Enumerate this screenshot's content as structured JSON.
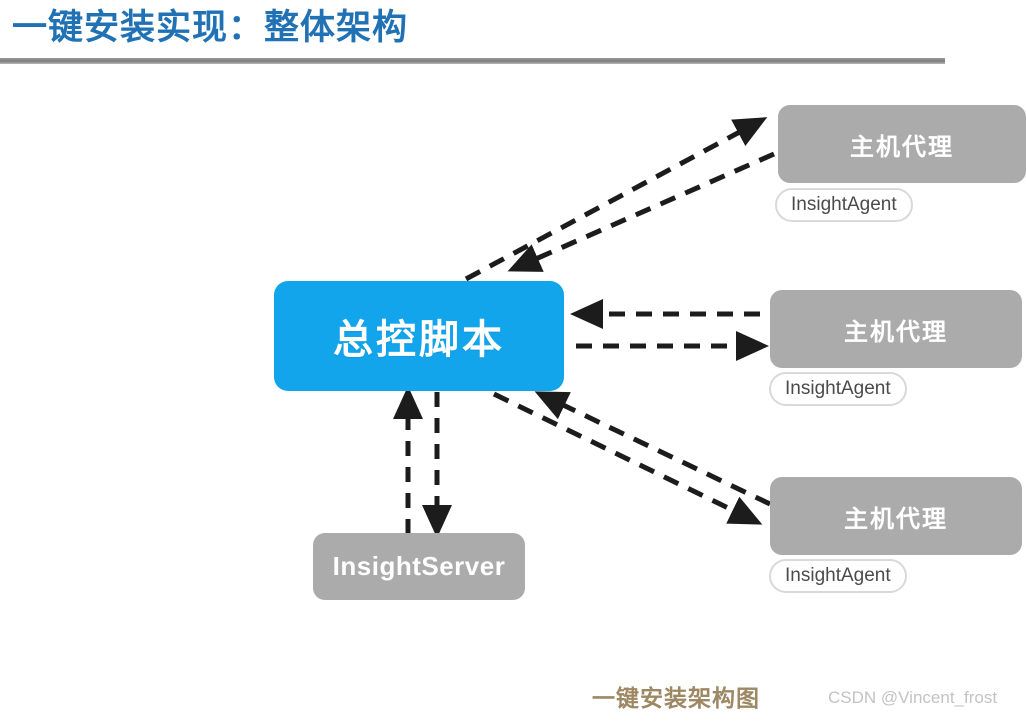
{
  "slide": {
    "title": "一键安装实现：整体架构",
    "title_color": "#2171b5",
    "rule_color": "#7d7d7d",
    "background": "#ffffff"
  },
  "diagram": {
    "caption": "一键安装架构图",
    "caption_color": "#9d8863",
    "watermark": "CSDN @Vincent_frost",
    "nodes": {
      "controller": {
        "label": "总控脚本",
        "color": "#12a5ec",
        "text_color": "#ffffff"
      },
      "server": {
        "label": "InsightServer",
        "color": "#ababab",
        "text_color": "#ffffff"
      },
      "agents": [
        {
          "label": "主机代理",
          "sublabel": "InsightAgent",
          "color": "#ababab",
          "text_color": "#ffffff"
        },
        {
          "label": "主机代理",
          "sublabel": "InsightAgent",
          "color": "#ababab",
          "text_color": "#ffffff"
        },
        {
          "label": "主机代理",
          "sublabel": "InsightAgent",
          "color": "#ababab",
          "text_color": "#ffffff"
        }
      ]
    },
    "connections": [
      {
        "from": "controller",
        "to": "agent-1",
        "style": "dashed",
        "direction": "outbound"
      },
      {
        "from": "agent-1",
        "to": "controller",
        "style": "dashed",
        "direction": "inbound"
      },
      {
        "from": "controller",
        "to": "agent-2",
        "style": "dashed",
        "direction": "outbound"
      },
      {
        "from": "agent-2",
        "to": "controller",
        "style": "dashed",
        "direction": "inbound"
      },
      {
        "from": "controller",
        "to": "agent-3",
        "style": "dashed",
        "direction": "outbound"
      },
      {
        "from": "agent-3",
        "to": "controller",
        "style": "dashed",
        "direction": "inbound"
      },
      {
        "from": "controller",
        "to": "server",
        "style": "dashed",
        "direction": "outbound"
      },
      {
        "from": "server",
        "to": "controller",
        "style": "dashed",
        "direction": "inbound"
      }
    ],
    "arrow_color": "#1c1c1c"
  }
}
